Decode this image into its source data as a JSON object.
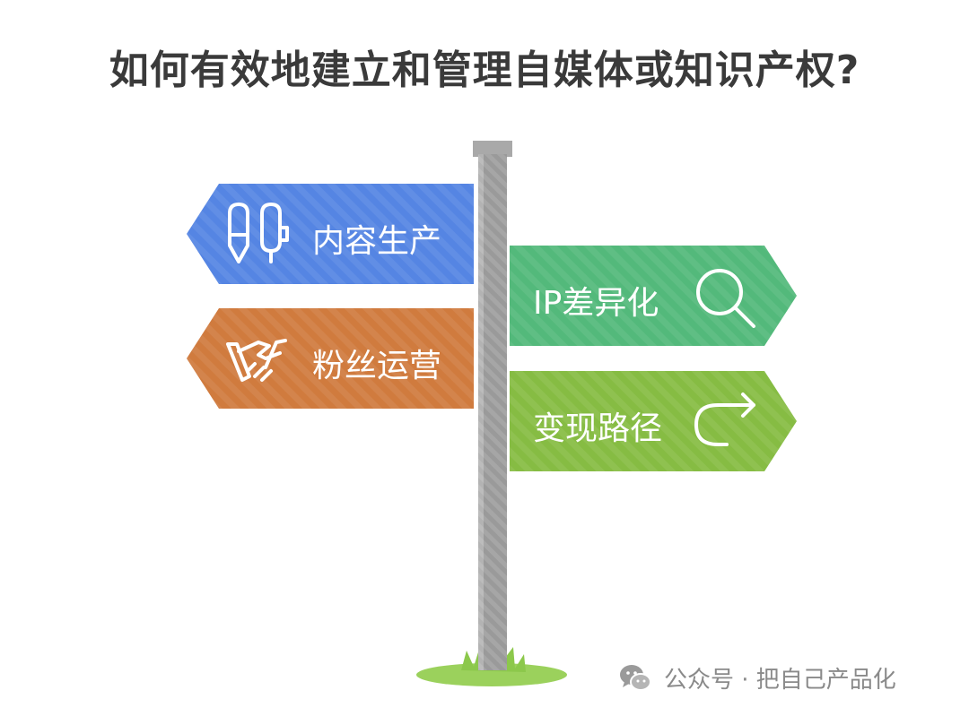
{
  "title": "如何有效地建立和管理自媒体或知识产权?",
  "signs": [
    {
      "label": "内容生产",
      "icon": "test-tubes-icon",
      "color": "#5585e3"
    },
    {
      "label": "IP差异化",
      "icon": "search-icon",
      "color": "#53b97b"
    },
    {
      "label": "粉丝运营",
      "icon": "handshake-icon",
      "color": "#d07b3e"
    },
    {
      "label": "变现路径",
      "icon": "redo-arrow-icon",
      "color": "#86bc43"
    }
  ],
  "watermark": {
    "text": "公众号 · 把自己产品化",
    "icon": "wechat-icon"
  }
}
